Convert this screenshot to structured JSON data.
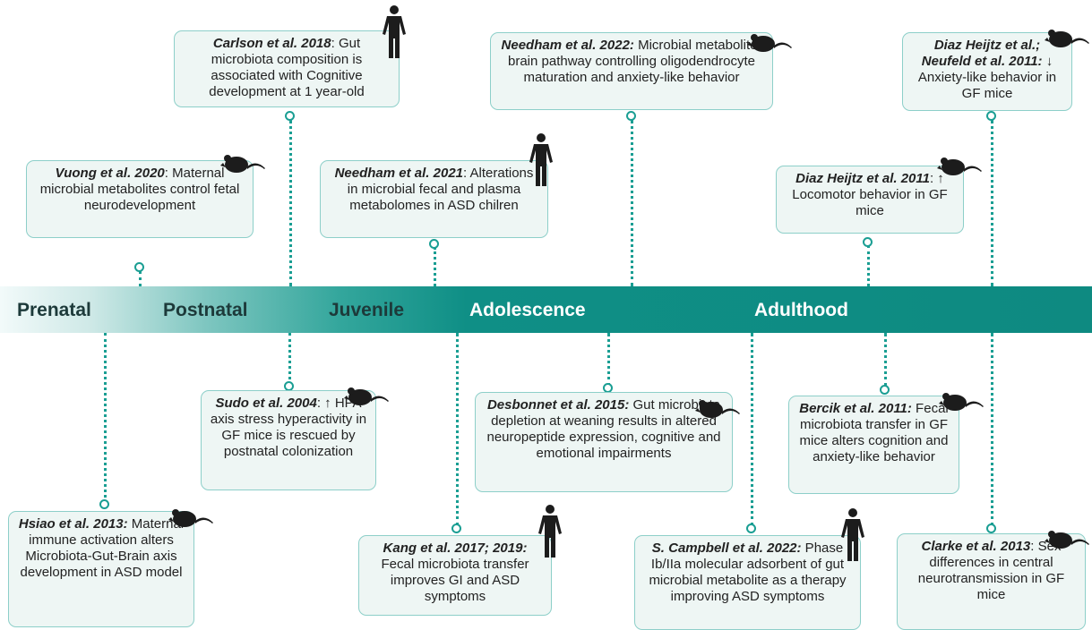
{
  "stages": {
    "prenatal": "Prenatal",
    "postnatal": "Postnatal",
    "juvenile": "Juvenile",
    "adolescence": "Adolescence",
    "adulthood": "Adulthood"
  },
  "top_boxes": [
    {
      "cite": "Carlson et al. 2018",
      "text": ": Gut microbiota composition is associated with Cognitive development at 1 year-old",
      "icon": "human-icon"
    },
    {
      "cite": "Needham et al. 2022:",
      "text": " Microbial metabolite-brain pathway controlling oligodendrocyte maturation and anxiety-like behavior",
      "icon": "mouse-icon"
    },
    {
      "cite": "Diaz Heijtz et al.; Neufeld et al. 2011:",
      "text": " ↓ Anxiety-like behavior in GF mice",
      "icon": "mouse-icon"
    },
    {
      "cite": "Vuong et al. 2020",
      "text": ": Maternal microbial metabolites control fetal neurodevelopment",
      "icon": "mouse-icon"
    },
    {
      "cite": "Needham et al. 2021",
      "text": ": Alterations in microbial fecal and plasma metabolomes in ASD chilren",
      "icon": "human-icon"
    },
    {
      "cite": "Diaz Heijtz et al. 2011",
      "text": ": ↑ Locomotor behavior in GF mice",
      "icon": "mouse-icon"
    }
  ],
  "bottom_boxes": [
    {
      "cite": "Sudo et al. 2004",
      "text": ": ↑ HPA axis stress hyperactivity in GF mice is rescued by postnatal colonization",
      "icon": "mouse-icon"
    },
    {
      "cite": "Desbonnet et al. 2015:",
      "text": " Gut microbiota depletion at weaning results in altered neuropeptide expression, cognitive and emotional impairments",
      "icon": "mouse-icon"
    },
    {
      "cite": "Bercik et al. 2011:",
      "text": " Fecal microbiota transfer in GF mice alters cognition and anxiety-like behavior",
      "icon": "mouse-icon"
    },
    {
      "cite": "Hsiao et al. 2013:",
      "text": " Maternal immune activation alters Microbiota-Gut-Brain axis development in ASD model",
      "icon": "mouse-icon"
    },
    {
      "cite": "Kang et al. 2017; 2019:",
      "text": " Fecal microbiota transfer improves GI and ASD symptoms",
      "icon": "human-icon"
    },
    {
      "cite": "S. Campbell et al. 2022:",
      "text": " Phase Ib/IIa molecular adsorbent of gut microbial metabolite as a therapy improving ASD symptoms",
      "icon": "human-icon"
    },
    {
      "cite": "Clarke et al. 2013",
      "text": ": Sex differences in central neurotransmission in GF mice",
      "icon": "mouse-icon"
    }
  ],
  "colors": {
    "teal": "#0e8a81",
    "accent": "#1a9e93",
    "box_fill": "#eef6f4",
    "box_border": "#8dcfc9"
  }
}
